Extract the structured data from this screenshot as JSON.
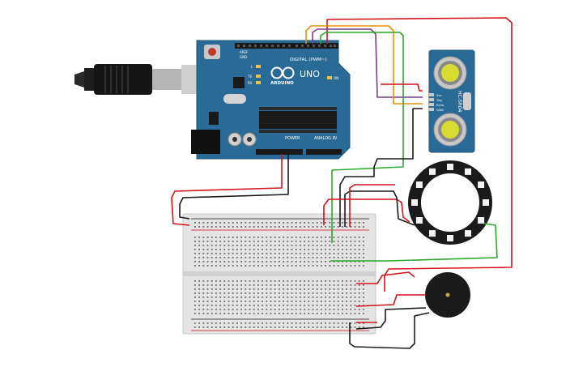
{
  "arduino": {
    "brand": "ARDUINO",
    "model": "UNO",
    "digital_header": "DIGITAL (PWM~)",
    "power_header": "POWER",
    "analog_header": "ANALOG IN",
    "led_l": "L",
    "led_tx": "TX",
    "led_rx": "RX",
    "on_label": "ON",
    "aref": "AREF",
    "gnd": "GND"
  },
  "ultrasonic": {
    "model": "HC-SR04",
    "pins": [
      "Vcc",
      "Trig",
      "Echo",
      "GND"
    ]
  },
  "colors": {
    "board": "#2a6a96",
    "breadboard": "#e4e4e4",
    "wire_red": "#d3121b",
    "wire_black": "#1a1a1a",
    "wire_green": "#2aa82a",
    "wire_orange": "#e8900c",
    "wire_purple": "#7a3a8c",
    "ring": "#1b1b1b",
    "buzzer": "#1b1b1b"
  }
}
